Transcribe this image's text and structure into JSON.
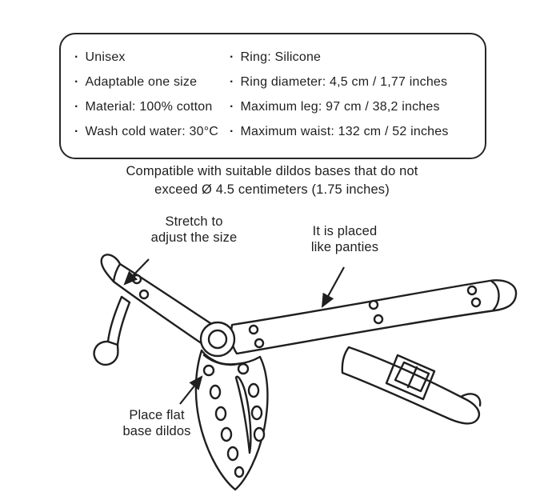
{
  "colors": {
    "ink": "#1f1f1f",
    "background": "#ffffff"
  },
  "spec_box": {
    "left_items": [
      "Unisex",
      "Adaptable one size",
      "Material: 100% cotton",
      "Wash cold water: 30°C"
    ],
    "right_items": [
      "Ring: Silicone",
      "Ring diameter: 4,5 cm / 1,77 inches",
      "Maximum leg: 97 cm / 38,2 inches",
      "Maximum waist: 132 cm / 52 inches"
    ]
  },
  "compatibility_note": {
    "text": "Compatible with suitable dildos bases that do not\nexceed Ø 4.5 centimeters (1.75 inches)"
  },
  "diagram": {
    "annotations": {
      "stretch": "Stretch to\nadjust the size",
      "placement": "It is placed\nlike panties",
      "flat_base": "Place flat\nbase dildos"
    }
  }
}
